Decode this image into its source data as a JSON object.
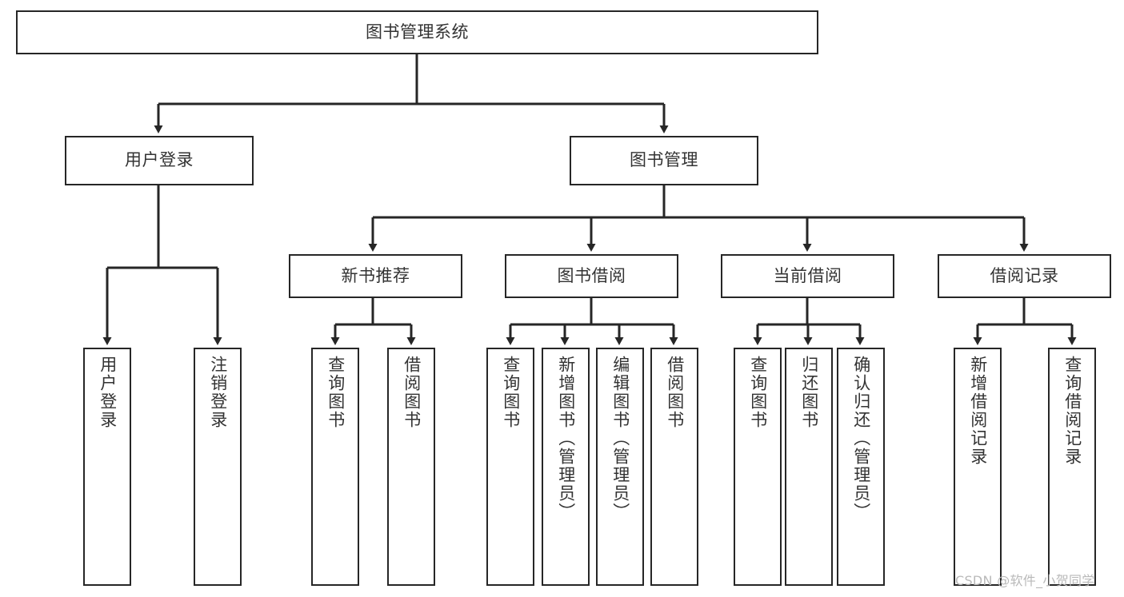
{
  "diagram": {
    "type": "tree",
    "title": "图书管理系统",
    "watermark": "CSDN @软件_小贺同学",
    "colors": {
      "stroke": "#262626",
      "text": "#333333",
      "background": "#ffffff",
      "watermark": "#b9b9b9"
    },
    "root": {
      "id": "root",
      "label": "图书管理系统",
      "orientation": "horizontal"
    },
    "level2": [
      {
        "id": "user-login",
        "label": "用户登录",
        "orientation": "horizontal"
      },
      {
        "id": "book-manage",
        "label": "图书管理",
        "orientation": "horizontal"
      }
    ],
    "level3": [
      {
        "id": "new-book-recommend",
        "label": "新书推荐",
        "orientation": "horizontal"
      },
      {
        "id": "book-borrow",
        "label": "图书借阅",
        "orientation": "horizontal"
      },
      {
        "id": "current-borrow",
        "label": "当前借阅",
        "orientation": "horizontal"
      },
      {
        "id": "borrow-record",
        "label": "借阅记录",
        "orientation": "horizontal"
      }
    ],
    "leaves": [
      {
        "id": "leaf-user-login",
        "label": "用户登录",
        "parent": "user-login",
        "orientation": "vertical"
      },
      {
        "id": "leaf-logout-login",
        "label": "注销登录",
        "parent": "user-login",
        "orientation": "vertical"
      },
      {
        "id": "leaf-query-book-1",
        "label": "查询图书",
        "parent": "new-book-recommend",
        "orientation": "vertical"
      },
      {
        "id": "leaf-borrow-book-1",
        "label": "借阅图书",
        "parent": "new-book-recommend",
        "orientation": "vertical"
      },
      {
        "id": "leaf-query-book-2",
        "label": "查询图书",
        "parent": "book-borrow",
        "orientation": "vertical"
      },
      {
        "id": "leaf-add-book-admin",
        "label": "新增图书（管理员）",
        "parent": "book-borrow",
        "orientation": "vertical"
      },
      {
        "id": "leaf-edit-book-admin",
        "label": "编辑图书（管理员）",
        "parent": "book-borrow",
        "orientation": "vertical"
      },
      {
        "id": "leaf-borrow-book-2",
        "label": "借阅图书",
        "parent": "book-borrow",
        "orientation": "vertical"
      },
      {
        "id": "leaf-query-book-3",
        "label": "查询图书",
        "parent": "current-borrow",
        "orientation": "vertical"
      },
      {
        "id": "leaf-return-book",
        "label": "归还图书",
        "parent": "current-borrow",
        "orientation": "vertical"
      },
      {
        "id": "leaf-confirm-return-admin",
        "label": "确认归还（管理员）",
        "parent": "current-borrow",
        "orientation": "vertical"
      },
      {
        "id": "leaf-add-borrow-record",
        "label": "新增借阅记录",
        "parent": "borrow-record",
        "orientation": "vertical"
      },
      {
        "id": "leaf-query-borrow-record",
        "label": "查询借阅记录",
        "parent": "borrow-record",
        "orientation": "vertical"
      }
    ]
  }
}
